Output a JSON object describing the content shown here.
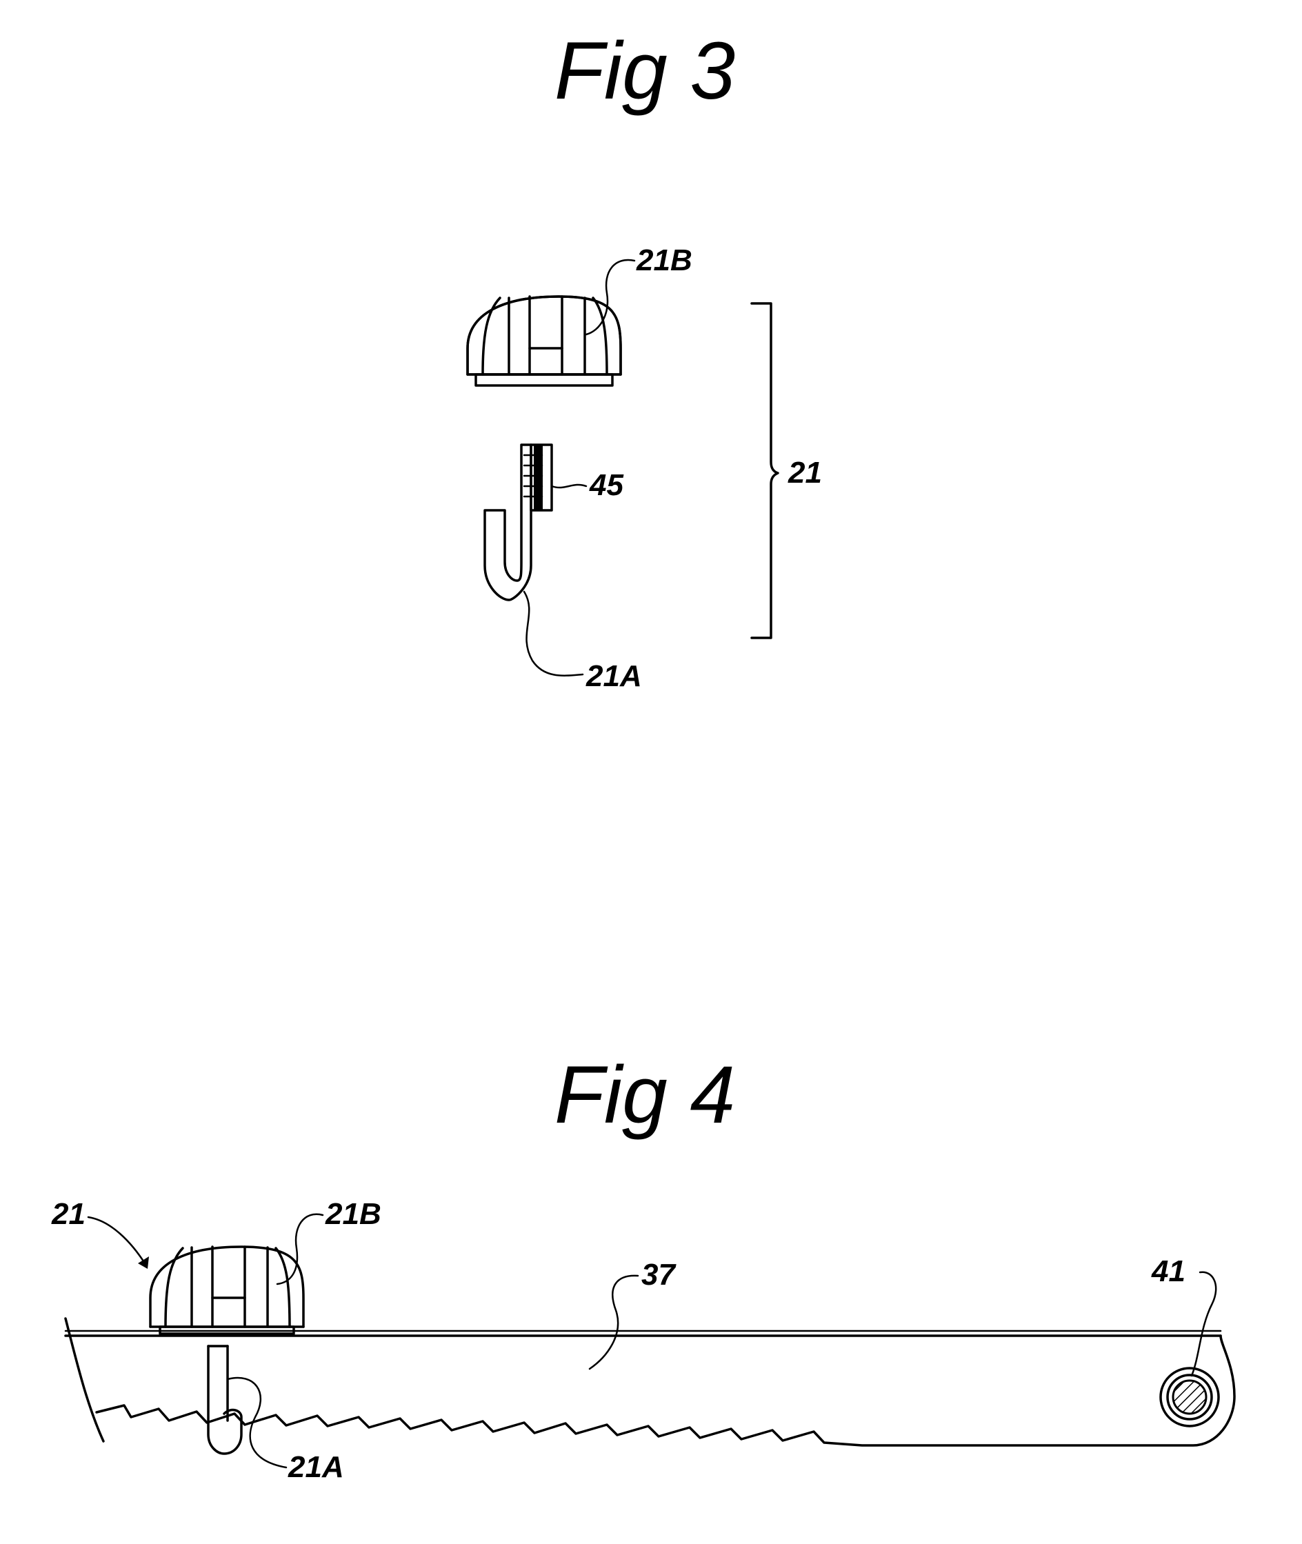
{
  "fig3": {
    "title": "Fig 3",
    "labels": {
      "cap": "21B",
      "thread": "45",
      "assembly": "21",
      "hook": "21A"
    }
  },
  "fig4": {
    "title": "Fig 4",
    "labels": {
      "assembly": "21",
      "cap": "21B",
      "bar": "37",
      "pivot": "41",
      "hook": "21A"
    }
  },
  "colors": {
    "ink": "#000000",
    "paper": "#ffffff"
  }
}
